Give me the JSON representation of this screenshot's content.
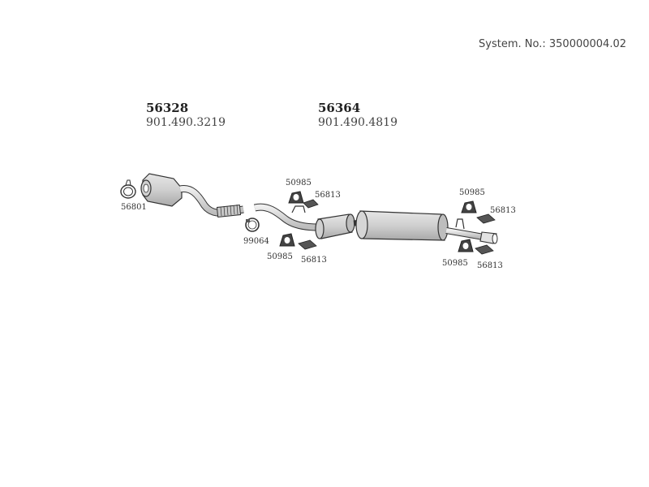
{
  "system_number": "System. No.: 350000004.02",
  "assemblies": [
    {
      "number": "56328",
      "part_number": "901.490.3219"
    },
    {
      "number": "56364",
      "part_number": "901.490.4819"
    }
  ],
  "parts": {
    "clamp_front": "56801",
    "clamp_mid": "99064",
    "hanger_rubber_1": "50985",
    "bracket_1": "56813",
    "hanger_rubber_2": "50985",
    "bracket_2": "56813",
    "hanger_rubber_3": "50985",
    "bracket_3": "56813",
    "hanger_rubber_4": "50985",
    "bracket_4": "56813"
  },
  "colors": {
    "line": "#333333",
    "fill": "#d9d9d9",
    "fill_dark": "#bdbdbd"
  }
}
